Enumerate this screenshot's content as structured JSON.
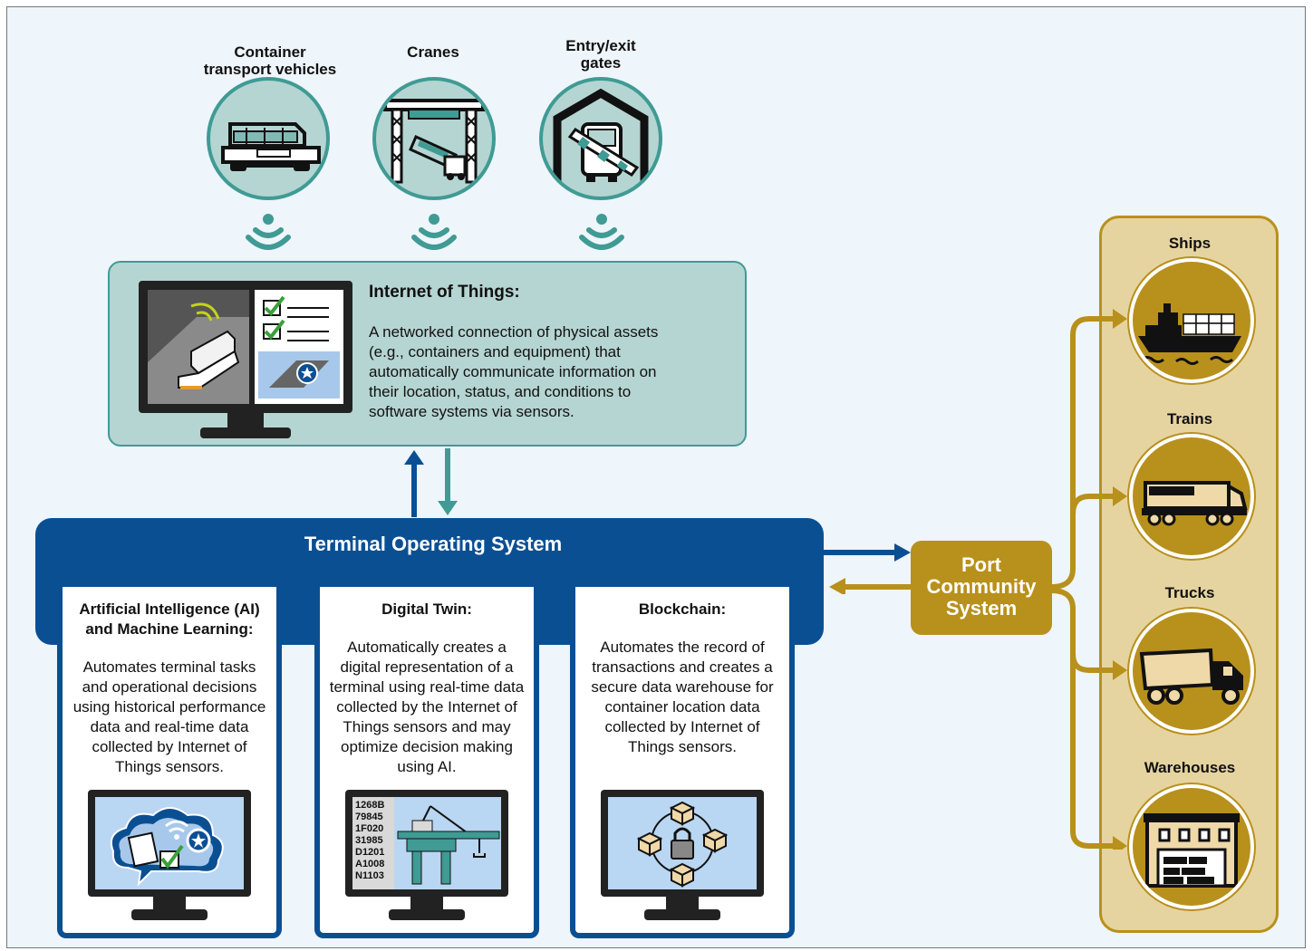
{
  "devices": [
    {
      "title": "Container\ntransport vehicles",
      "icon": "container-transport-vehicle-icon"
    },
    {
      "title": "Cranes",
      "icon": "crane-icon"
    },
    {
      "title": "Entry/exit\ngates",
      "icon": "entry-exit-gate-icon"
    }
  ],
  "iot": {
    "title": "Internet of Things:",
    "description": "A networked connection of physical assets\n(e.g., containers and equipment) that\nautomatically communicate information on\ntheir location, status, and conditions to\nsoftware systems via sensors."
  },
  "tos": {
    "title": "Terminal Operating System",
    "cards": [
      {
        "title": "Artificial Intelligence (AI)\nand Machine Learning:",
        "description": "Automates terminal tasks\nand operational decisions\nusing historical performance\ndata and real-time data\ncollected by Internet of\nThings sensors."
      },
      {
        "title": "Digital Twin:",
        "description": "Automatically creates a\ndigital representation of a\nterminal using real-time data\ncollected by the Internet of\nThings sensors and may\noptimize decision making\nusing AI."
      },
      {
        "title": "Blockchain:",
        "description": "Automates the record of\ntransactions and creates a\nsecure data warehouse for\ncontainer location data\ncollected by Internet of\nThings sensors."
      }
    ],
    "digital_twin_codes": [
      "1268B",
      "79845",
      "1F020",
      "31985",
      "D1201",
      "A1008",
      "N1103"
    ]
  },
  "pcs": {
    "label": "Port\nCommunity\nSystem"
  },
  "destinations": [
    {
      "label": "Ships",
      "icon": "ship-icon"
    },
    {
      "label": "Trains",
      "icon": "train-icon"
    },
    {
      "label": "Trucks",
      "icon": "truck-icon"
    },
    {
      "label": "Warehouses",
      "icon": "warehouse-icon"
    }
  ],
  "colors": {
    "teal": "#3f9b94",
    "teal_light": "#b5d5d2",
    "navy": "#0b4f93",
    "gold": "#b8901c",
    "gold_light": "#e6d4a0",
    "background": "#eef5fb"
  }
}
